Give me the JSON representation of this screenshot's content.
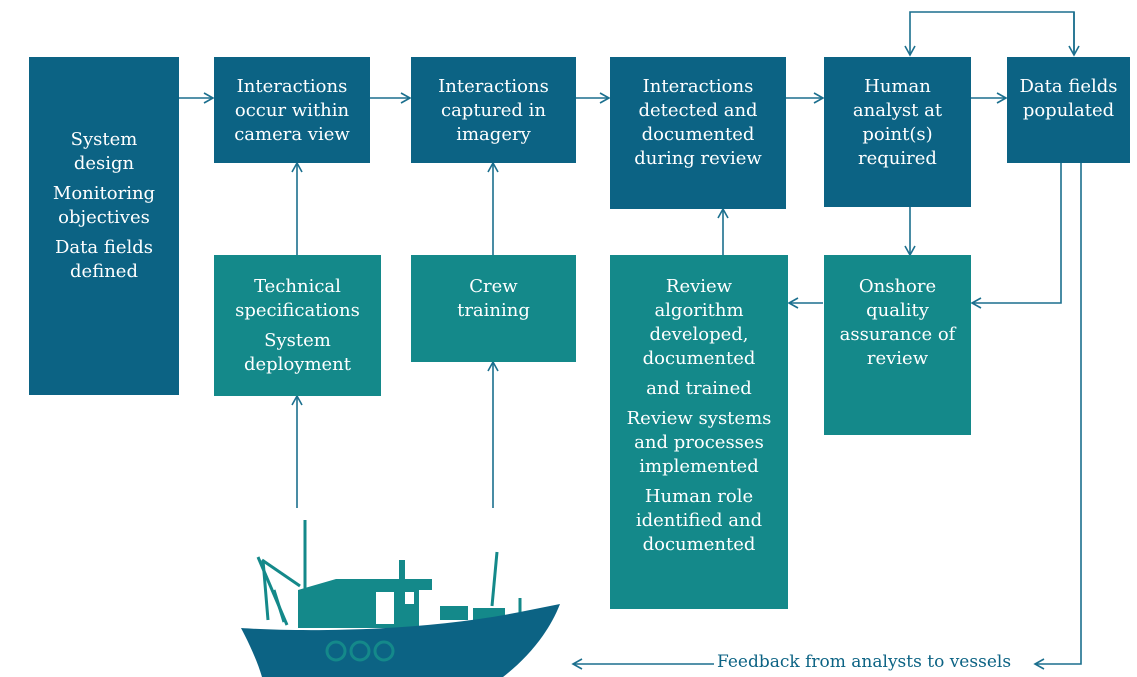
{
  "boxes": {
    "system": [
      "System",
      "design",
      "Monitoring",
      "objectives",
      "Data fields",
      "defined"
    ],
    "occur": [
      "Interactions",
      "occur within",
      "camera view"
    ],
    "captured": [
      "Interactions",
      "captured in",
      "imagery"
    ],
    "detected": [
      "Interactions",
      "detected and",
      "documented",
      "during review"
    ],
    "analyst": [
      "Human",
      "analyst at",
      "point(s)",
      "required"
    ],
    "populated": [
      "Data fields",
      "populated"
    ],
    "technical": [
      "Technical",
      "specifications",
      "System",
      "deployment"
    ],
    "crew": [
      "Crew",
      "training"
    ],
    "review": [
      "Review",
      "algorithm",
      "developed,",
      "documented",
      "and trained",
      "Review systems",
      "and processes",
      "implemented",
      "Human role",
      "identified and",
      "documented"
    ],
    "onshore": [
      "Onshore",
      "quality",
      "assurance of",
      "review"
    ]
  },
  "feedback_label": "Feedback from analysts to vessels",
  "colors": {
    "dark_box": "#0c6384",
    "teal_box": "#14898a",
    "arrow": "#1b6f8e",
    "boat_hull": "#0c6384",
    "boat_cabin": "#14898a"
  }
}
